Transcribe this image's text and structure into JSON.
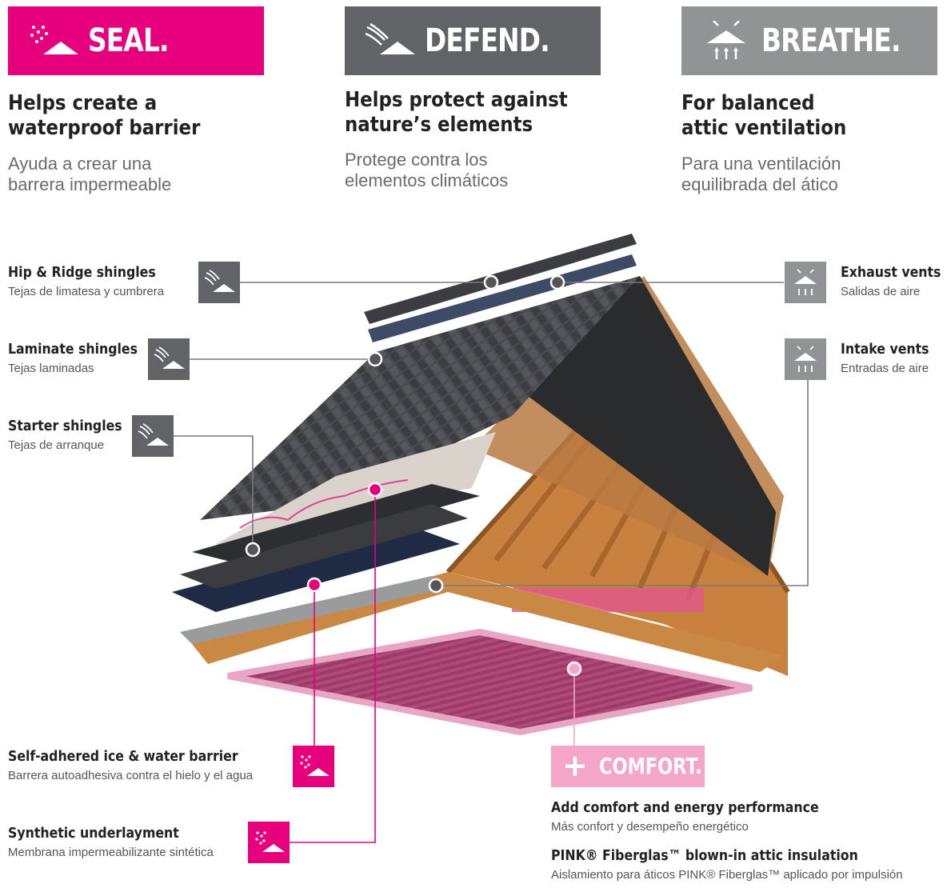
{
  "banners": [
    {
      "label": "SEAL.",
      "color": "#e6007e",
      "icon": "wind-rain-roof-icon"
    },
    {
      "label": "DEFEND.",
      "color": "#626366",
      "icon": "wind-roof-icon"
    },
    {
      "label": "BREATHE.",
      "color": "#929395",
      "icon": "roof-ventilation-icon"
    }
  ],
  "columns": [
    {
      "title_line1": "Helps create a",
      "title_line2": "waterproof barrier",
      "sub_line1": "Ayuda a crear una",
      "sub_line2": "barrera impermeable"
    },
    {
      "title_line1": "Helps protect against",
      "title_line2": "nature’s elements",
      "sub_line1": "Protege contra los",
      "sub_line2": "elementos climáticos"
    },
    {
      "title_line1": "For balanced",
      "title_line2": "attic ventilation",
      "sub_line1": "Para una ventilación",
      "sub_line2": "equilibrada del ático"
    }
  ],
  "labels": {
    "hip_ridge": {
      "title": "Hip & Ridge shingles",
      "sub": "Tejas de limatesa y cumbrera"
    },
    "laminate": {
      "title": "Laminate shingles",
      "sub": "Tejas laminadas"
    },
    "starter": {
      "title": "Starter shingles",
      "sub": "Tejas de arranque"
    },
    "exhaust": {
      "title": "Exhaust vents",
      "sub": "Salidas de aire"
    },
    "intake": {
      "title": "Intake vents",
      "sub": "Entradas de aire"
    },
    "ice_water": {
      "title": "Self-adhered ice & water barrier",
      "sub": "Barrera autoadhesiva contra el hielo y el agua"
    },
    "underlayment": {
      "title": "Synthetic underlayment",
      "sub": "Membrana impermeabilizante sintética"
    }
  },
  "comfort": {
    "label": "COMFORT.",
    "plus": "+",
    "color": "#f4a6c8",
    "line1_title": "Add comfort and energy performance",
    "line1_sub": "Más confort y desempeño energético",
    "line2_title": "PINK® Fiberglas™ blown-in attic insulation",
    "line2_sub": "Aislamiento para áticos PINK® Fiberglas™ aplicado por impulsión"
  },
  "colors": {
    "seal": "#e6007e",
    "defend": "#626366",
    "breathe": "#929395",
    "leader": "#7a7a7a"
  }
}
